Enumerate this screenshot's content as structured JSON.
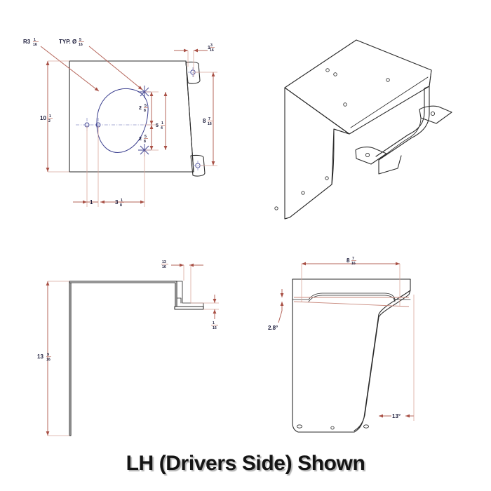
{
  "document": {
    "type": "engineering-drawing",
    "caption": "LH (Drivers Side) Shown",
    "background_color": "#ffffff",
    "line_color": "#2b2b2b",
    "dimension_color": "#b5655a",
    "feature_color": "#3b3f8f"
  },
  "views": {
    "front_flat": {
      "name": "front-flat-pattern-view",
      "labels": {
        "radius_note": "R3",
        "radius_note_frac_num": "1",
        "radius_note_frac_den": "16",
        "hole_note": "TYP. Ø",
        "hole_note_frac_num": "5",
        "hole_note_frac_den": "16",
        "height_overall": "10",
        "height_overall_frac_num": "1",
        "height_overall_frac_den": "2",
        "tab_offset": "1",
        "tab_offset_frac_num": "3",
        "tab_offset_frac_den": "16",
        "hole_spacing_upper": "2",
        "hole_spacing_upper_frac_num": "5",
        "hole_spacing_upper_frac_den": "8",
        "hole_spacing_lower": "2",
        "hole_spacing_lower_frac_num": "5",
        "hole_spacing_lower_frac_den": "8",
        "hole_spacing_total": "5",
        "hole_spacing_total_frac_num": "1",
        "hole_spacing_total_frac_den": "4",
        "right_height": "8",
        "right_height_frac_num": "7",
        "right_height_frac_den": "16",
        "bottom_dim_1": "1",
        "bottom_dim_2": "3",
        "bottom_dim_2_frac_num": "1",
        "bottom_dim_2_frac_den": "8"
      }
    },
    "isometric": {
      "name": "isometric-view",
      "description": "sheet metal bracket cover with mounting tabs"
    },
    "side": {
      "name": "side-profile-view",
      "labels": {
        "height": "13",
        "height_frac_num": "9",
        "height_frac_den": "16",
        "flange_width": "13",
        "flange_width_frac_num": "13",
        "flange_width_frac_den": "16",
        "hem_thickness": "1",
        "hem_thickness_frac_num": "1",
        "hem_thickness_frac_den": "16"
      }
    },
    "end": {
      "name": "end-profile-view",
      "labels": {
        "width": "8",
        "width_frac_num": "7",
        "width_frac_den": "16",
        "angle_top": "2.8°",
        "angle_bottom": "13°"
      }
    }
  }
}
